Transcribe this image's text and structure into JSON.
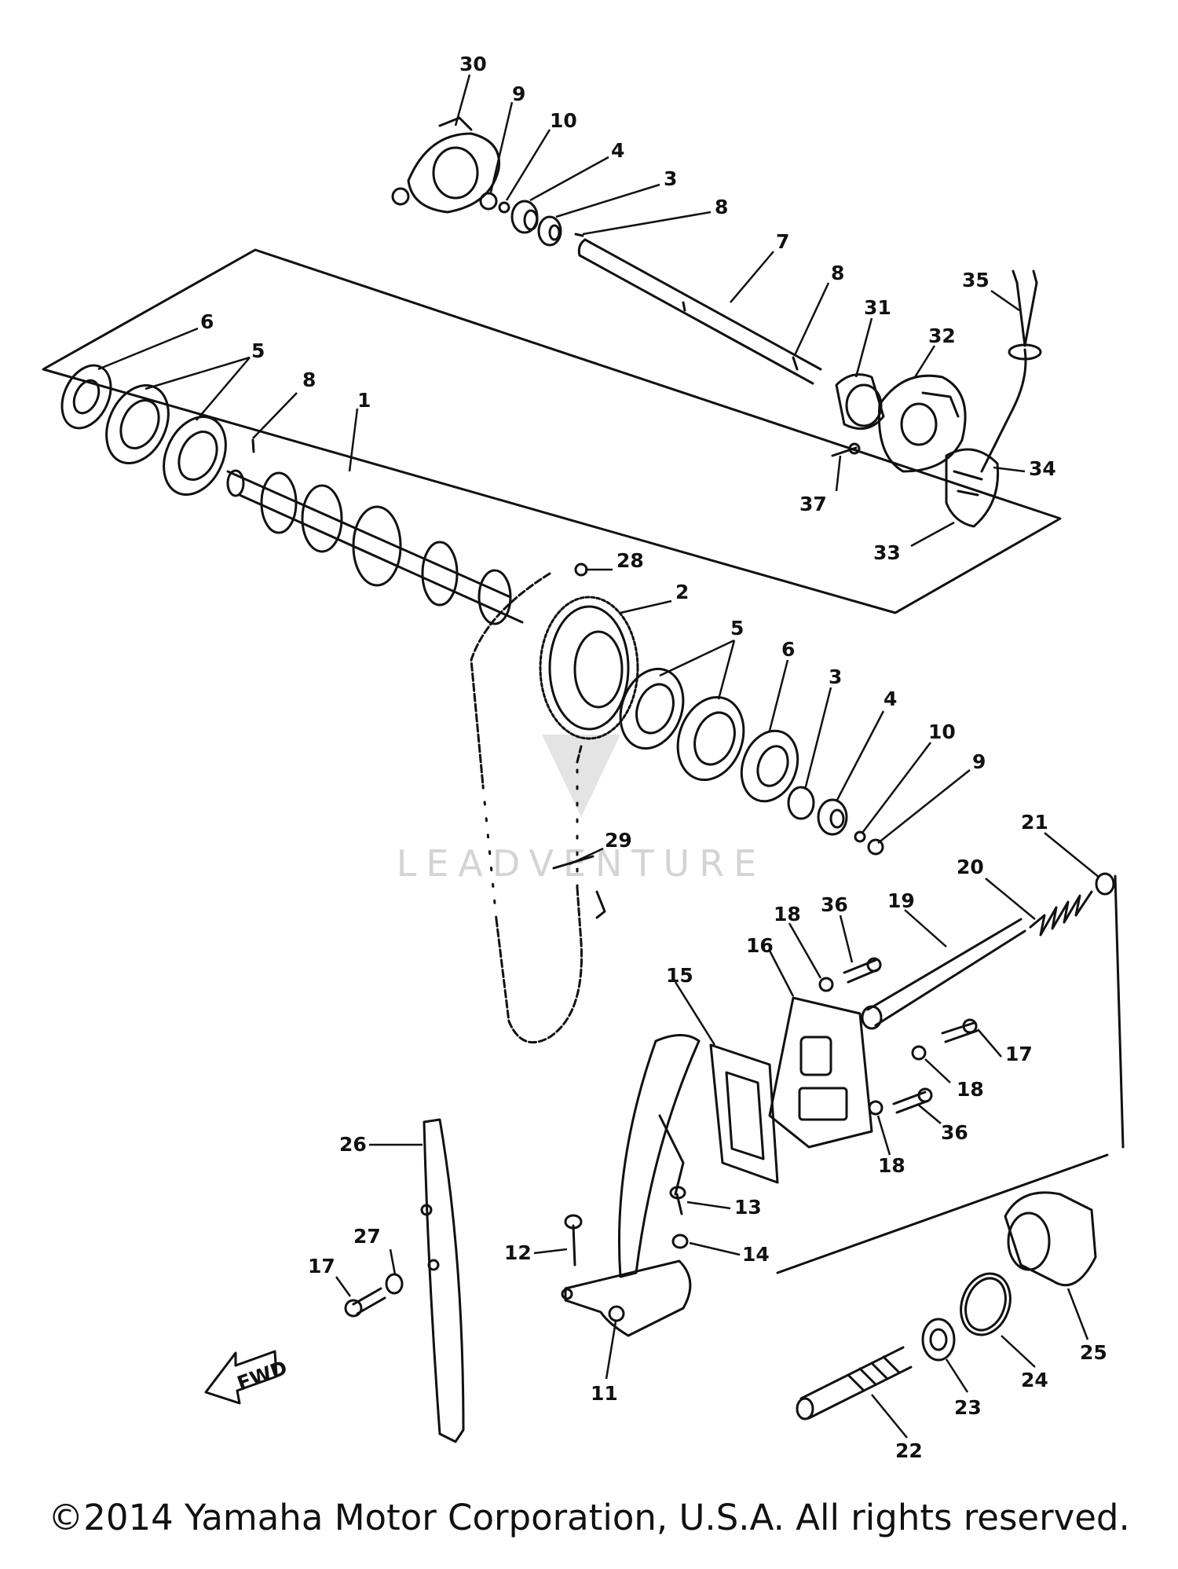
{
  "watermark": {
    "text": "LEADVENTURE"
  },
  "direction_marker": {
    "text": "FWD"
  },
  "copyright": "©2014 Yamaha Motor Corporation, U.S.A. All rights reserved.",
  "callouts": [
    {
      "n": "30"
    },
    {
      "n": "9"
    },
    {
      "n": "10"
    },
    {
      "n": "4"
    },
    {
      "n": "3"
    },
    {
      "n": "8"
    },
    {
      "n": "7"
    },
    {
      "n": "8"
    },
    {
      "n": "31"
    },
    {
      "n": "35"
    },
    {
      "n": "32"
    },
    {
      "n": "34"
    },
    {
      "n": "37"
    },
    {
      "n": "33"
    },
    {
      "n": "6"
    },
    {
      "n": "5"
    },
    {
      "n": "8"
    },
    {
      "n": "1"
    },
    {
      "n": "28"
    },
    {
      "n": "2"
    },
    {
      "n": "5"
    },
    {
      "n": "6"
    },
    {
      "n": "3"
    },
    {
      "n": "4"
    },
    {
      "n": "10"
    },
    {
      "n": "9"
    },
    {
      "n": "29"
    },
    {
      "n": "21"
    },
    {
      "n": "20"
    },
    {
      "n": "36"
    },
    {
      "n": "19"
    },
    {
      "n": "18"
    },
    {
      "n": "16"
    },
    {
      "n": "15"
    },
    {
      "n": "17"
    },
    {
      "n": "18"
    },
    {
      "n": "36"
    },
    {
      "n": "18"
    },
    {
      "n": "26"
    },
    {
      "n": "13"
    },
    {
      "n": "27"
    },
    {
      "n": "17"
    },
    {
      "n": "12"
    },
    {
      "n": "14"
    },
    {
      "n": "11"
    },
    {
      "n": "25"
    },
    {
      "n": "24"
    },
    {
      "n": "23"
    },
    {
      "n": "22"
    }
  ]
}
